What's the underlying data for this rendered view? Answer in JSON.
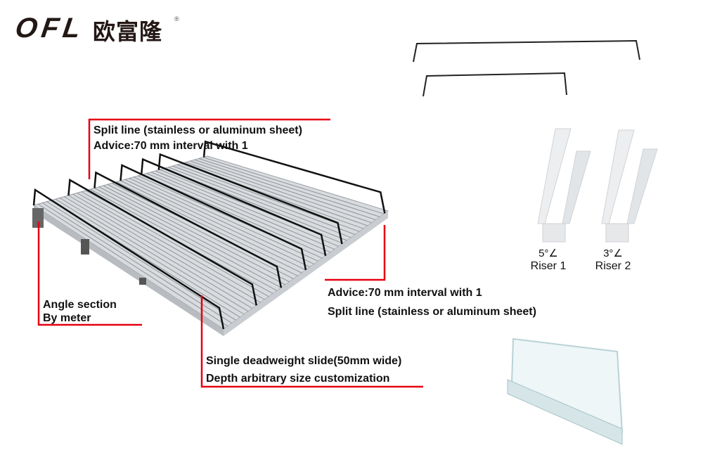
{
  "logo": {
    "latin": "OFL",
    "chinese": "欧富隆",
    "registered": "®"
  },
  "callouts": {
    "split_top": [
      "Split line (stainless or aluminum sheet)",
      "Advice:70 mm interval with 1"
    ],
    "angle": [
      "Angle section",
      "By meter"
    ],
    "split_right": [
      "Advice:70 mm interval with 1",
      "Split line (stainless or aluminum sheet)"
    ],
    "slide": [
      "Single deadweight slide(50mm wide)",
      "Depth arbitrary size customization"
    ]
  },
  "risers": [
    {
      "angle": "5°∠",
      "label": "Riser 1"
    },
    {
      "angle": "3°∠",
      "label": "Riser 2"
    }
  ],
  "colors": {
    "callout_line": "#e60012",
    "logo_red": "#e60012",
    "logo_dark": "#231815"
  }
}
